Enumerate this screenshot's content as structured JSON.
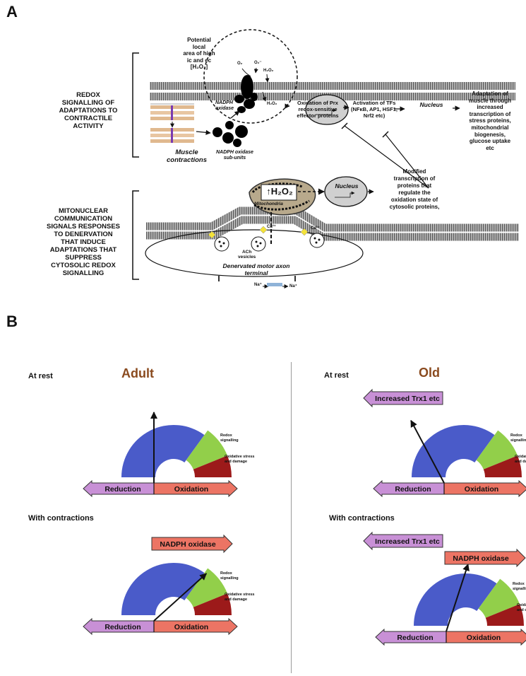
{
  "panel_a": {
    "letter": "A",
    "left_label_1": [
      "REDOX",
      "SIGNALLING OF",
      "ADAPTATIONS  TO",
      "CONTRACTILE",
      "ACTIVITY"
    ],
    "left_label_2": [
      "MITONUCLEAR",
      "COMMUNICATION",
      "SIGNALS RESPONSES",
      "TO DENERVATION",
      "THAT INDUCE",
      "ADAPTATIONS THAT",
      "SUPPRESS",
      "CYTOSOLIC  REDOX",
      "SIGNALLING"
    ],
    "potential_area": [
      "Potential",
      "local",
      "area of high",
      "ic and ec",
      "[H₂O₂]"
    ],
    "o2_label": "O₂",
    "superoxide_label": "O₂⁻",
    "h2o2_outer": "H₂O₂",
    "h2o2_inner": "H₂O₂",
    "nadph_oxidase_label": [
      "NADPH",
      "oxidase"
    ],
    "nadph_subunits_label": [
      "NADPH oxidase",
      "sub-units"
    ],
    "muscle_contractions": [
      "Muscle",
      "contractions"
    ],
    "oxidation_prx": [
      "Oxidation of Prx",
      "redox-sensitive",
      "effector proteins"
    ],
    "activation_tfs": [
      "Activation of  TFs",
      "(NFκB, AP1, HSF1,",
      "Nrf2 etc)"
    ],
    "nucleus_label": "Nucleus",
    "adaptation_text": [
      "Adaptation of",
      "muscle through",
      "increased",
      "transcription of",
      "stress proteins,",
      "mitochondrial",
      "biogenesis,",
      "glucose uptake",
      "etc"
    ],
    "mito_h2o2": "↑H₂O₂",
    "mitochondria_label": "Mitochondria",
    "nucleus_label_2": "Nucleus",
    "modified_text": [
      "Modified",
      "transcription of",
      "proteins that",
      "regulate the",
      "oxidation state of",
      "cytosolic proteins,"
    ],
    "ca_label_1": "Ca²⁺",
    "ca_label_2": "Ca²⁺",
    "ach_label": [
      "ACh",
      "vesicles"
    ],
    "axon_label": [
      "Denervated motor axon",
      "terminal"
    ],
    "na_label_1": "Na⁺",
    "na_label_2": "Na⁺"
  },
  "panel_b": {
    "letter": "B",
    "adult": {
      "title": "Adult",
      "rest_label": "At rest",
      "contraction_label": "With contractions",
      "nadph_arrow": "NADPH oxidase"
    },
    "old": {
      "title": "Old",
      "rest_label": "At rest",
      "contraction_label": "With contractions",
      "trx_arrow_rest": "Increased Trx1 etc",
      "trx_arrow_contr": "Increased Trx1 etc",
      "nadph_arrow": "NADPH oxidase"
    },
    "gauge": {
      "reduction": "Reduction",
      "oxidation": "Oxidation",
      "redox_label": [
        "Redox",
        "signalling"
      ],
      "oxidative_label": [
        "Oxidative stress",
        "and damage"
      ]
    },
    "colors": {
      "blue": "#4a5bc9",
      "green": "#92cf4a",
      "dark_red": "#9c1a1a",
      "purple": "#c890d6",
      "salmon": "#ec7464",
      "title_brown": "#8a4a1e"
    }
  }
}
